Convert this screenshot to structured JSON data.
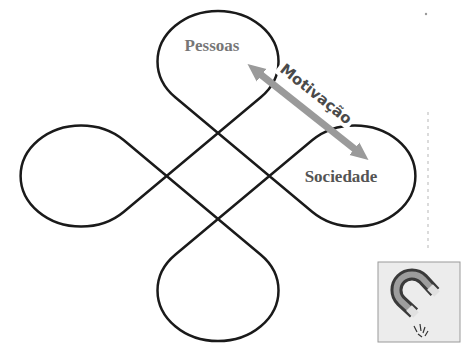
{
  "diagram": {
    "nodes": [
      {
        "text": [
          "Pessoas"
        ]
      },
      {
        "text": [
          "Sociedade"
        ]
      }
    ],
    "edges": [
      {
        "from": 0,
        "to": 1,
        "arrow": "both",
        "label": "Motivação"
      }
    ]
  }
}
